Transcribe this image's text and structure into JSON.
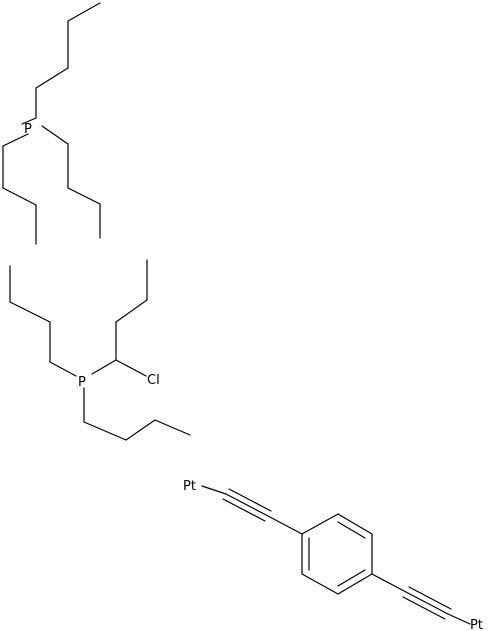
{
  "atoms": {
    "p1": "P",
    "p2": "P",
    "cl": "Cl",
    "pt1": "Pt",
    "pt2": "Pt"
  }
}
